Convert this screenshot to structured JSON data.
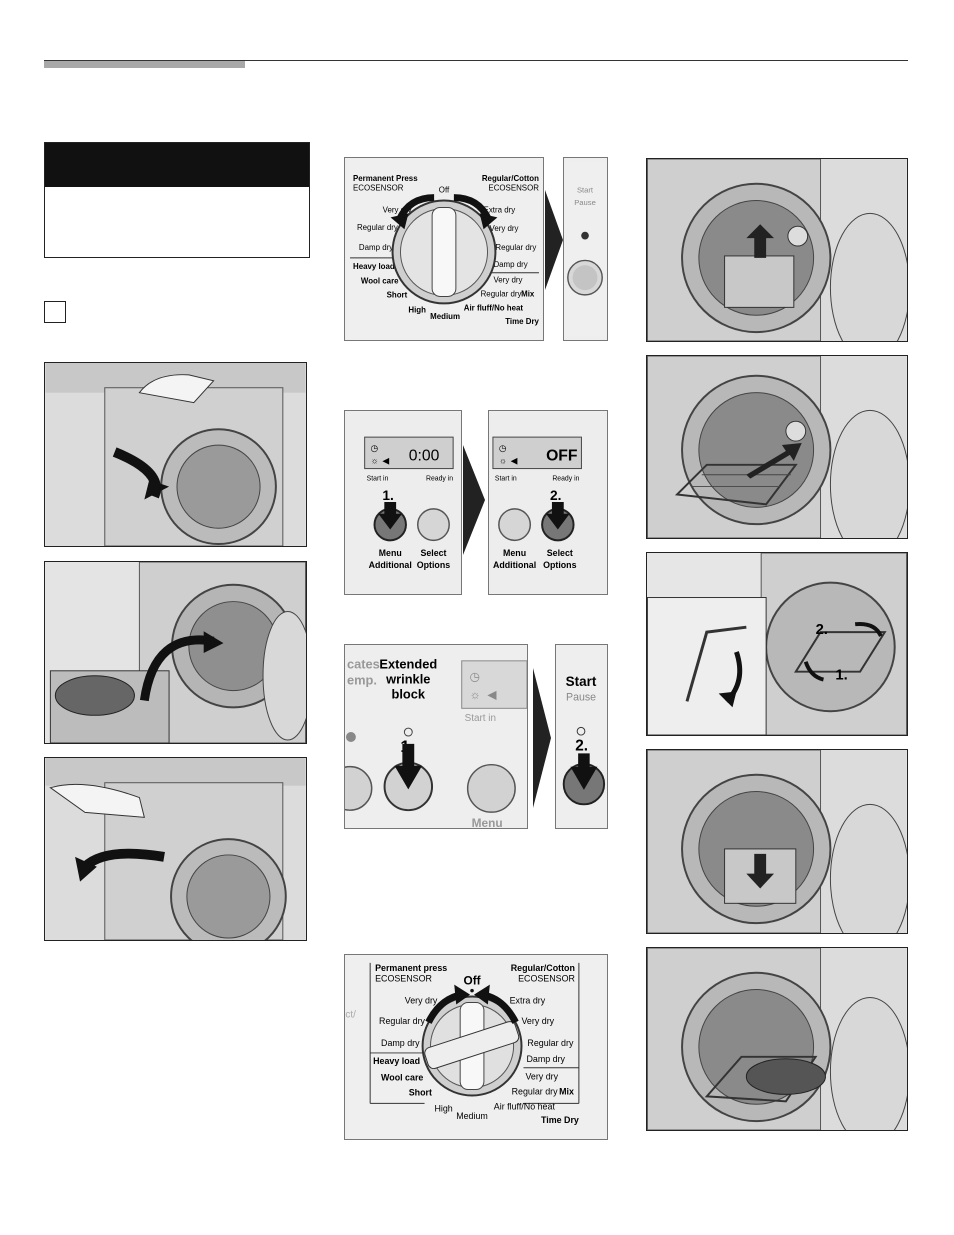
{
  "dial_panel_1": {
    "left_top": "Permanent Press",
    "left_eco": "ECOSENSOR",
    "right_top": "Regular/Cotton",
    "right_eco": "ECOSENSOR",
    "off": "Off",
    "left_items": [
      "Very dry",
      "Regular dry",
      "Damp dry"
    ],
    "right_items": [
      "Extra dry",
      "Very dry",
      "Regular dry",
      "Damp dry"
    ],
    "heavy": "Heavy load",
    "wool": "Wool care",
    "short": "Short",
    "very_dry_mix": "Very dry",
    "regular_dry_mix": "Regular dry",
    "mix": "Mix",
    "high": "High",
    "medium": "Medium",
    "air": "Air fluff/No heat",
    "time_dry": "Time Dry"
  },
  "start_panel_1": {
    "start": "Start",
    "pause": "Pause"
  },
  "display_panel_a": {
    "display": "0:00",
    "start_in": "Start in",
    "ready_in": "Ready in",
    "step": "1.",
    "btn1_a": "Menu",
    "btn1_b": "Additional",
    "btn2_a": "Select",
    "btn2_b": "Options"
  },
  "display_panel_b": {
    "display": "OFF",
    "start_in": "Start in",
    "ready_in": "Ready in",
    "step": "2.",
    "btn1_a": "Menu",
    "btn1_b": "Additional",
    "btn2_a": "Select",
    "btn2_b": "Options"
  },
  "wrinkle_panel": {
    "partial_1": "cates",
    "partial_2": "emp.",
    "ext_1": "Extended",
    "ext_2": "wrinkle",
    "ext_3": "block",
    "step": "1.",
    "start_in": "Start in",
    "menu": "Menu"
  },
  "start_panel_2": {
    "start": "Start",
    "pause": "Pause",
    "step": "2."
  },
  "dial_panel_2": {
    "left_top": "Permanent press",
    "left_eco": "ECOSENSOR",
    "right_top": "Regular/Cotton",
    "right_eco": "ECOSENSOR",
    "off": "Off",
    "left_items": [
      "Very dry",
      "Regular dry",
      "Damp dry"
    ],
    "right_items": [
      "Extra dry",
      "Very dry",
      "Regular dry",
      "Damp dry"
    ],
    "heavy": "Heavy load",
    "wool": "Wool care",
    "short": "Short",
    "very_dry_mix": "Very dry",
    "regular_dry_mix": "Regular dry",
    "mix": "Mix",
    "high": "High",
    "medium": "Medium",
    "air": "Air fluff/No heat",
    "time_dry": "Time Dry",
    "partial": "ct/"
  },
  "rack_steps": {
    "one": "1.",
    "two": "2."
  }
}
